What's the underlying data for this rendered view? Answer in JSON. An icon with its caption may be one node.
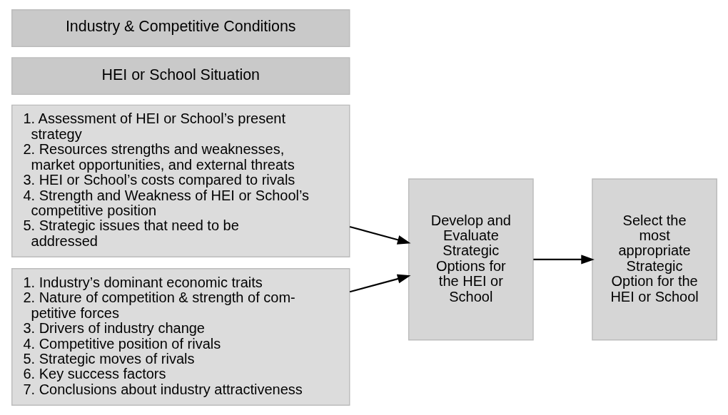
{
  "diagram": {
    "nodes": [
      {
        "text": [
          "Industry & Competitive Conditions"
        ]
      },
      {
        "text": [
          "1. Industry’s dominant economic traits",
          "2. Nature of competition & strength of com- petitive forces",
          "3. Drivers of industry change",
          "4. Competitive position of rivals",
          "5. Strategic moves of rivals",
          "6. Key success factors",
          "7. Conclusions about industry attractiveness"
        ]
      },
      {
        "text": [
          "HEI or School Situation"
        ]
      },
      {
        "text": [
          "1. Assessment of HEI or School’s present strategy",
          "2. Resources strengths and weaknesses, market opportunities, and external threats",
          "3. HEI or School’s costs compared to rivals",
          "4. Strength and Weakness of HEI or School’s competitive position",
          "5. Strategic issues that need to be addressed"
        ]
      },
      {
        "text": [
          "Develop and Evaluate Strategic Options for the HEI or School"
        ]
      },
      {
        "text": [
          "Select the most appropriate Strategic Option for the HEI or School"
        ]
      }
    ],
    "edges": [
      {
        "from": 1,
        "to": 4,
        "arrow": "to"
      },
      {
        "from": 3,
        "to": 4,
        "arrow": "to"
      },
      {
        "from": 4,
        "to": 5,
        "arrow": "to"
      }
    ]
  }
}
